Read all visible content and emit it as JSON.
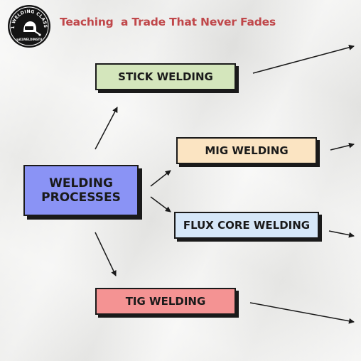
{
  "header": {
    "logo_ring_text": "A-1 WELDING CLASSES",
    "logo_handle": "@A1WELDINGTV",
    "tagline": "Teaching  a Trade That Never Fades"
  },
  "diagram": {
    "center": {
      "line1": "WELDING",
      "line2": "PROCESSES"
    },
    "nodes": [
      {
        "id": "stick",
        "label": "STICK WELDING",
        "color": "#d4e6bc"
      },
      {
        "id": "mig",
        "label": "MIG WELDING",
        "color": "#fbe4c2"
      },
      {
        "id": "flux",
        "label": "FLUX CORE WELDING",
        "color": "#d6e7f8"
      },
      {
        "id": "tig",
        "label": "TIG WELDING",
        "color": "#f49393"
      }
    ],
    "center_color": "#8a93f5",
    "tagline_color": "#c0474a"
  }
}
